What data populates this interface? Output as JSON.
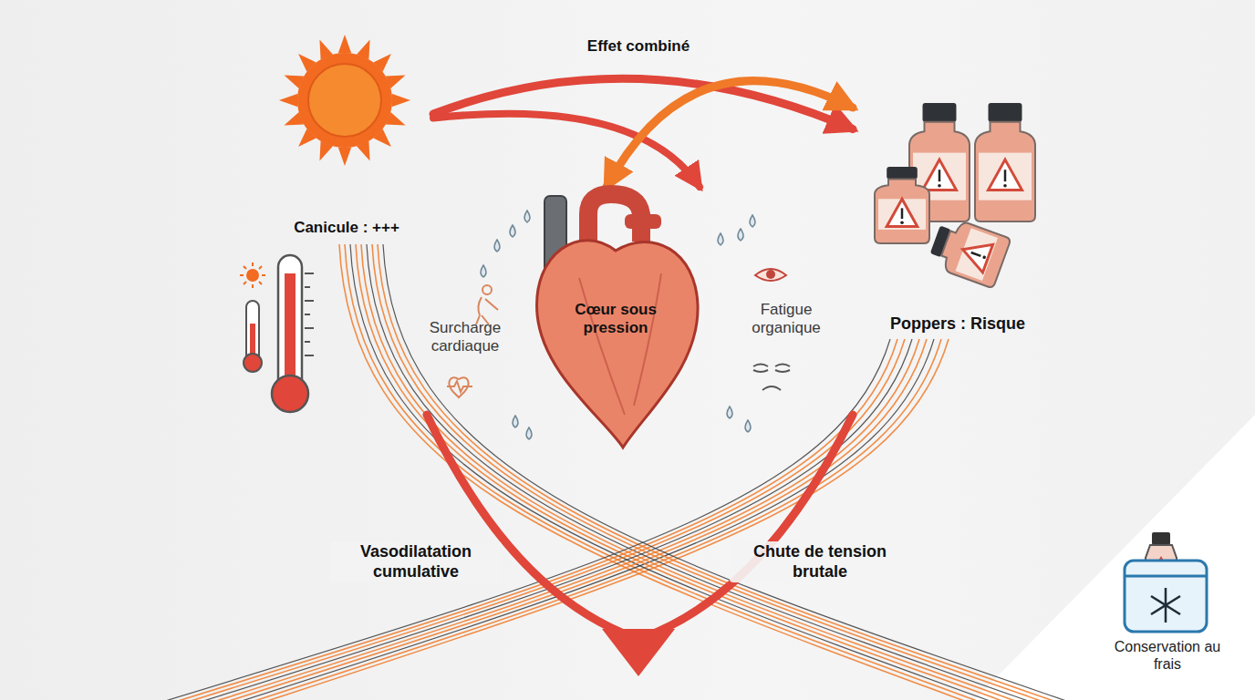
{
  "diagram": {
    "nodes": [
      {
        "text": [
          "Canicule : +++"
        ]
      },
      {
        "text": [
          "Cœur sous pression"
        ]
      },
      {
        "text": [
          "Poppers : Risque"
        ]
      }
    ],
    "edges": [
      {
        "from": 0,
        "to": 2,
        "label": "Effet combiné",
        "arrow": "to"
      },
      {
        "from": 0,
        "to": 1,
        "arrow": "to"
      },
      {
        "from": 1,
        "to": 2,
        "arrow": "both"
      }
    ],
    "labels": [
      "Surcharge cardiaque",
      "Fatigue organique",
      "Vasodilatation cumulative",
      "Chute de tension brutale",
      "Conservation au frais"
    ]
  }
}
